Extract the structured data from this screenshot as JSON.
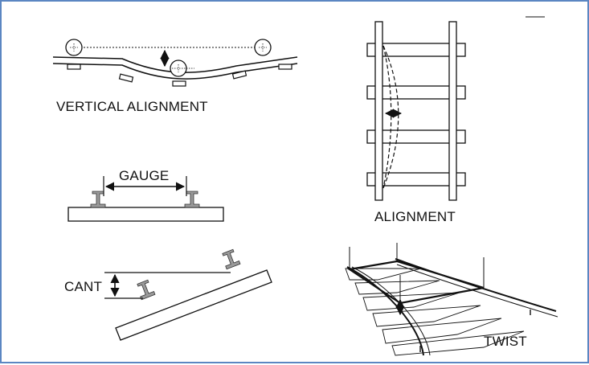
{
  "labels": {
    "vertical_alignment": "VERTICAL ALIGNMENT",
    "gauge": "GAUGE",
    "alignment": "ALIGNMENT",
    "cant": "CANT",
    "twist": "TWIST"
  },
  "colors": {
    "frame": "#5b86c2",
    "ink": "#111111",
    "rail_fill": "#9a9a9a",
    "sleeper_fill": "#ffffff"
  }
}
